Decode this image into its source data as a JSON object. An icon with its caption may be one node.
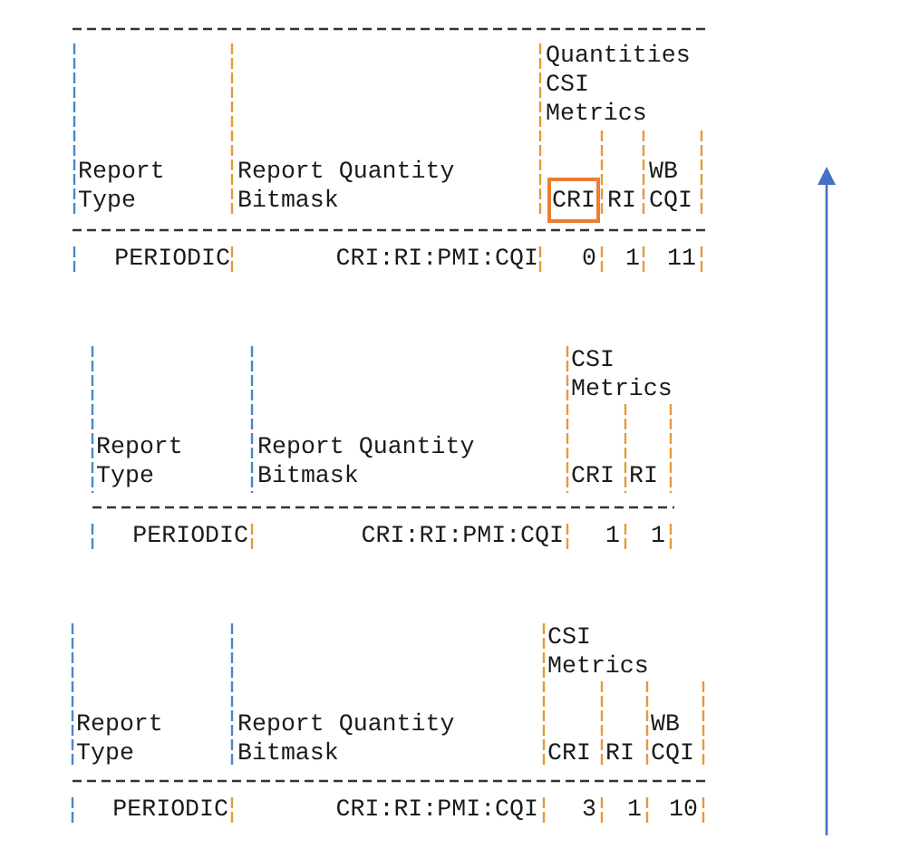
{
  "diagram": {
    "nodes": [
      {
        "text": [
          "CRI"
        ]
      }
    ],
    "labels": [
      "Report Type",
      "Report Quantity Bitmask",
      "Quantities CSI Metrics",
      "RI",
      "WB CQI",
      "PERIODIC",
      "CRI:RI:PMI:CQI",
      "0",
      "1",
      "11",
      "Report Type",
      "Report Quantity Bitmask",
      "CSI Metrics",
      "CRI",
      "RI",
      "PERIODIC",
      "CRI:RI:PMI:CQI",
      "1",
      "1",
      "Report Type",
      "Report Quantity Bitmask",
      "CSI Metrics",
      "CRI",
      "RI",
      "WB CQI",
      "PERIODIC",
      "CRI:RI:PMI:CQI",
      "3",
      "1",
      "10"
    ]
  }
}
